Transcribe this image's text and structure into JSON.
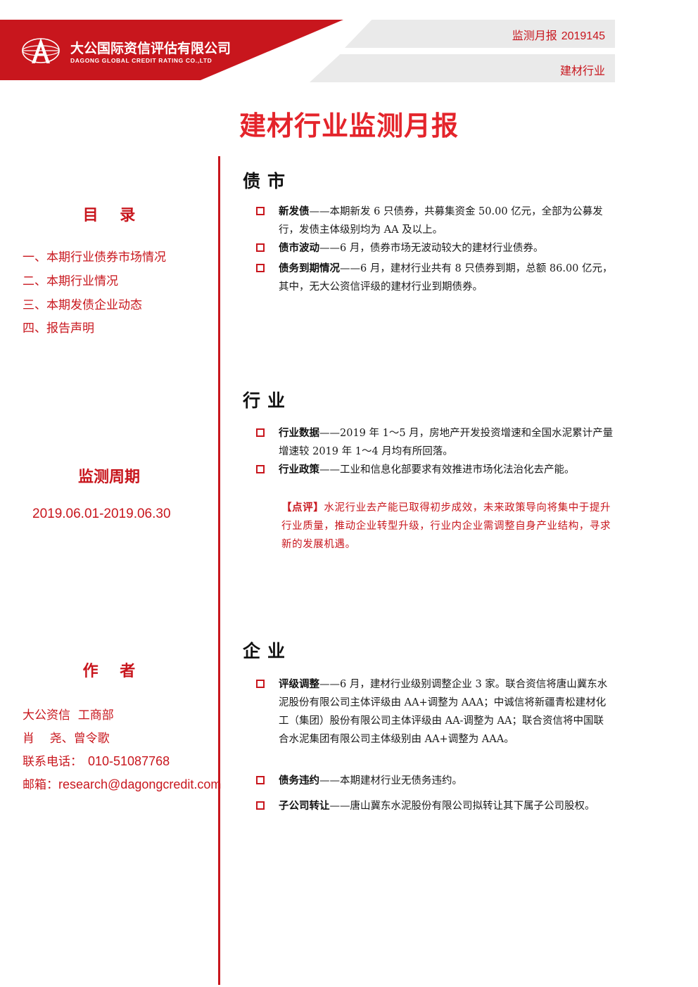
{
  "header": {
    "company_cn": "大公国际资信评估有限公司",
    "company_en": "DAGONG GLOBAL CREDIT RATING CO.,LTD",
    "report_type": "监测月报",
    "report_no": "2019145",
    "industry": "建材行业",
    "brand_color": "#c8161d",
    "logo_icon": "dagong-globe-logo-icon"
  },
  "title": "建材行业监测月报",
  "sidebar": {
    "toc_heading": "目    录",
    "toc": [
      "一、本期行业债券市场情况",
      "二、本期行业情况",
      "三、本期发债企业动态",
      "四、报告声明"
    ],
    "period_heading": "监测周期",
    "period": "2019.06.01-2019.06.30",
    "author_heading": "作    者",
    "dept": "大公资信  工商部",
    "authors": "肖    尧、曾令歌",
    "phone_label": "联系电话：",
    "phone": "010-51087768",
    "email_label": "邮箱：",
    "email": "research@dagongcredit.com"
  },
  "sections": {
    "bond": {
      "title": "债市",
      "items": [
        {
          "kw": "新发债",
          "text": "——本期新发 6 只债券，共募集资金 50.00 亿元，全部为公募发行，发债主体级别均为 AA 及以上。"
        },
        {
          "kw": "债市波动",
          "text": "——6 月，债券市场无波动较大的建材行业债券。"
        },
        {
          "kw": "债务到期情况",
          "text": "——6 月，建材行业共有 8 只债券到期，总额 86.00 亿元，其中，无大公资信评级的建材行业到期债券。"
        }
      ]
    },
    "industry": {
      "title": "行业",
      "items": [
        {
          "kw": "行业数据",
          "text": "——2019 年 1～5 月，房地产开发投资增速和全国水泥累计产量增速较 2019 年 1～4 月均有所回落。"
        },
        {
          "kw": "行业政策",
          "text": "——工业和信息化部要求有效推进市场化法治化去产能。"
        }
      ],
      "comment_tag": "【点评】",
      "comment": "水泥行业去产能已取得初步成效，未来政策导向将集中于提升行业质量，推动企业转型升级，行业内企业需调整自身产业结构，寻求新的发展机遇。"
    },
    "enterprise": {
      "title": "企业",
      "items": [
        {
          "kw": "评级调整",
          "text": "——6 月，建材行业级别调整企业 3 家。联合资信将唐山冀东水泥股份有限公司主体评级由 AA+调整为 AAA；中诚信将新疆青松建材化工（集团）股份有限公司主体评级由 AA-调整为 AA；联合资信将中国联合水泥集团有限公司主体级别由 AA+调整为 AAA。"
        },
        {
          "kw": "债务违约",
          "text": "——本期建材行业无债务违约。"
        },
        {
          "kw": "子公司转让",
          "text": "——唐山冀东水泥股份有限公司拟转让其下属子公司股权。"
        }
      ]
    }
  }
}
